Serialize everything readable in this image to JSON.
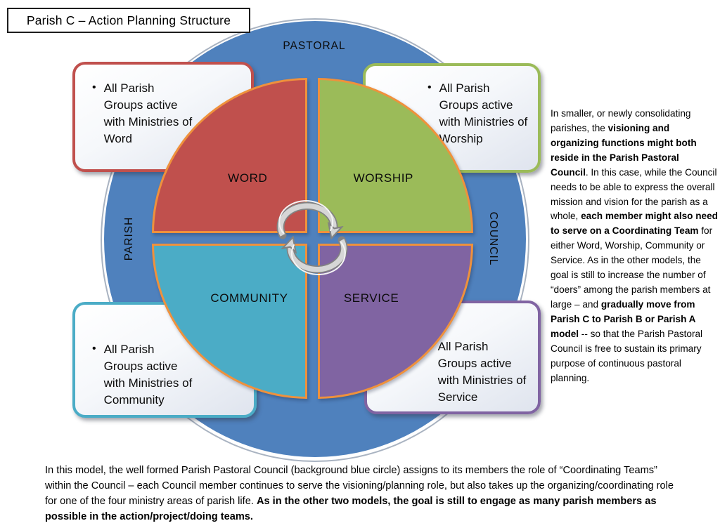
{
  "title": "Parish C – Action Planning Structure",
  "bullet": "•",
  "colors": {
    "circle_blue": "#4f81bd",
    "quad_border_orange": "#ef913c",
    "word_red": "#c0504d",
    "worship_green": "#9bbb59",
    "community_teal": "#4bacc6",
    "service_purple": "#8064a2",
    "rim_silver": "#a9b3c1",
    "arrow_silver": "#d6d6d6"
  },
  "circle": {
    "top_label": "PASTORAL",
    "left_label": "PARISH",
    "right_label": "COUNCIL"
  },
  "quadrants": [
    {
      "id": "word",
      "label": "WORD",
      "color": "#c0504d"
    },
    {
      "id": "worship",
      "label": "WORSHIP",
      "color": "#9bbb59"
    },
    {
      "id": "community",
      "label": "COMMUNITY",
      "color": "#4bacc6"
    },
    {
      "id": "service",
      "label": "SERVICE",
      "color": "#8064a2"
    }
  ],
  "callouts": [
    {
      "id": "word",
      "border_color": "#c0504d",
      "text": "All Parish Groups active with Ministries of Word"
    },
    {
      "id": "worship",
      "border_color": "#9bbb59",
      "text": "All Parish Groups active with Ministries of Worship"
    },
    {
      "id": "community",
      "border_color": "#4bacc6",
      "text": "All Parish Groups active with Ministries of Community"
    },
    {
      "id": "service",
      "border_color": "#8064a2",
      "text": "All Parish Groups active with Ministries of Service"
    }
  ],
  "side_note": {
    "segments": [
      {
        "text": "In smaller, or newly consolidating parishes, the ",
        "bold": false
      },
      {
        "text": "visioning and organizing functions might both reside in the Parish Pastoral Council",
        "bold": true
      },
      {
        "text": ". In this case, while the Council needs to be able to express the overall mission and vision for the parish as a whole, ",
        "bold": false
      },
      {
        "text": "each member might also need to serve on a Coordinating Team",
        "bold": true
      },
      {
        "text": " for either Word, Worship, Community or Service.  As in the other models, the goal is still to increase the number of “doers” among the parish members at large – and ",
        "bold": false
      },
      {
        "text": "gradually move from Parish C to Parish B or Parish A model",
        "bold": true
      },
      {
        "text": " --  so that the Parish Pastoral Council is free to sustain its primary purpose of continuous pastoral planning.",
        "bold": false
      }
    ]
  },
  "footer_note": {
    "segments": [
      {
        "text": "In this model, the well formed Parish Pastoral Council (background blue circle) assigns to its members the role of “Coordinating Teams” within the Council – each Council member continues to serve the visioning/planning role, but also takes up the organizing/coordinating role for one of the four ministry areas of parish life.  ",
        "bold": false
      },
      {
        "text": "As in the other two models, the goal is still to engage as many parish members as possible in the action/project/doing teams.",
        "bold": true
      }
    ]
  }
}
